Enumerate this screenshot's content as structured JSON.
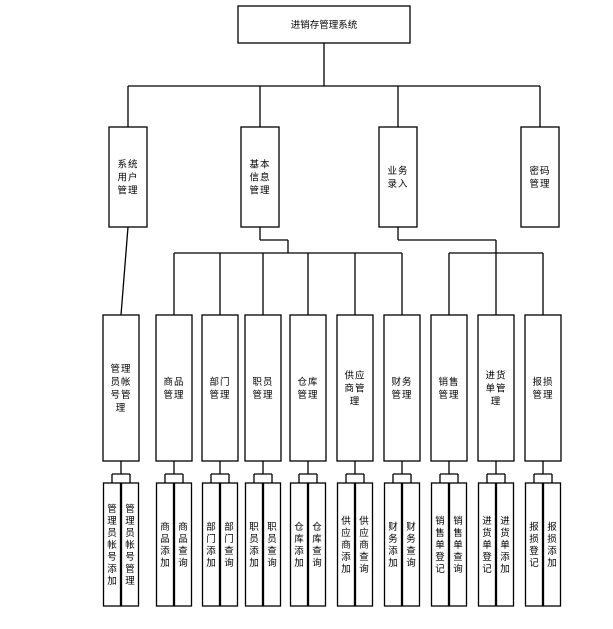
{
  "root": {
    "label": "进销存管理系统"
  },
  "modules": [
    {
      "label": "系统用户管理",
      "subs": [
        {
          "label": "管理员帐号管理",
          "leaves": [
            "管理员帐号添加",
            "管理员帐号管理"
          ]
        }
      ]
    },
    {
      "label": "基本信息管理",
      "subs": [
        {
          "label": "商品管理",
          "leaves": [
            "商品添加",
            "商品查询"
          ]
        },
        {
          "label": "部门管理",
          "leaves": [
            "部门添加",
            "部门查询"
          ]
        },
        {
          "label": "职员管理",
          "leaves": [
            "职员添加",
            "职员查询"
          ]
        },
        {
          "label": "仓库管理",
          "leaves": [
            "仓库添加",
            "仓库查询"
          ]
        },
        {
          "label": "供应商管理",
          "leaves": [
            "供应商添加",
            "供应商查询"
          ]
        },
        {
          "label": "财务管理",
          "leaves": [
            "财务添加",
            "财务查询"
          ]
        }
      ]
    },
    {
      "label": "业务录入",
      "subs": [
        {
          "label": "销售管理",
          "leaves": [
            "销售单登记",
            "销售单查询"
          ]
        },
        {
          "label": "进货单管理",
          "leaves": [
            "进货单登记",
            "进货单添加"
          ]
        },
        {
          "label": "报损管理",
          "leaves": [
            "报损登记",
            "报损添加"
          ]
        }
      ]
    },
    {
      "label": "密码管理",
      "subs": []
    }
  ]
}
